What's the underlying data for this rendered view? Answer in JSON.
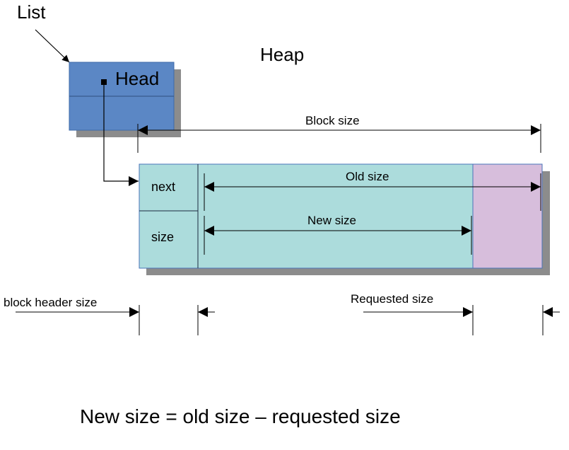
{
  "labels": {
    "list": "List",
    "heap": "Heap",
    "head": "Head",
    "block_size": "Block size",
    "next": "next",
    "size": "size",
    "old_size": "Old size",
    "new_size": "New size",
    "block_header_size": "block header size",
    "requested_size": "Requested size",
    "formula": "New size = old size – requested size"
  },
  "colors": {
    "head_box": "#5b87c5",
    "head_box_border": "#3e6aa8",
    "block": "#acdcdc",
    "block_border": "#4a74b8",
    "requested_part": "#d7bedc",
    "shadow": "#8c8c8c",
    "line": "#000000"
  }
}
